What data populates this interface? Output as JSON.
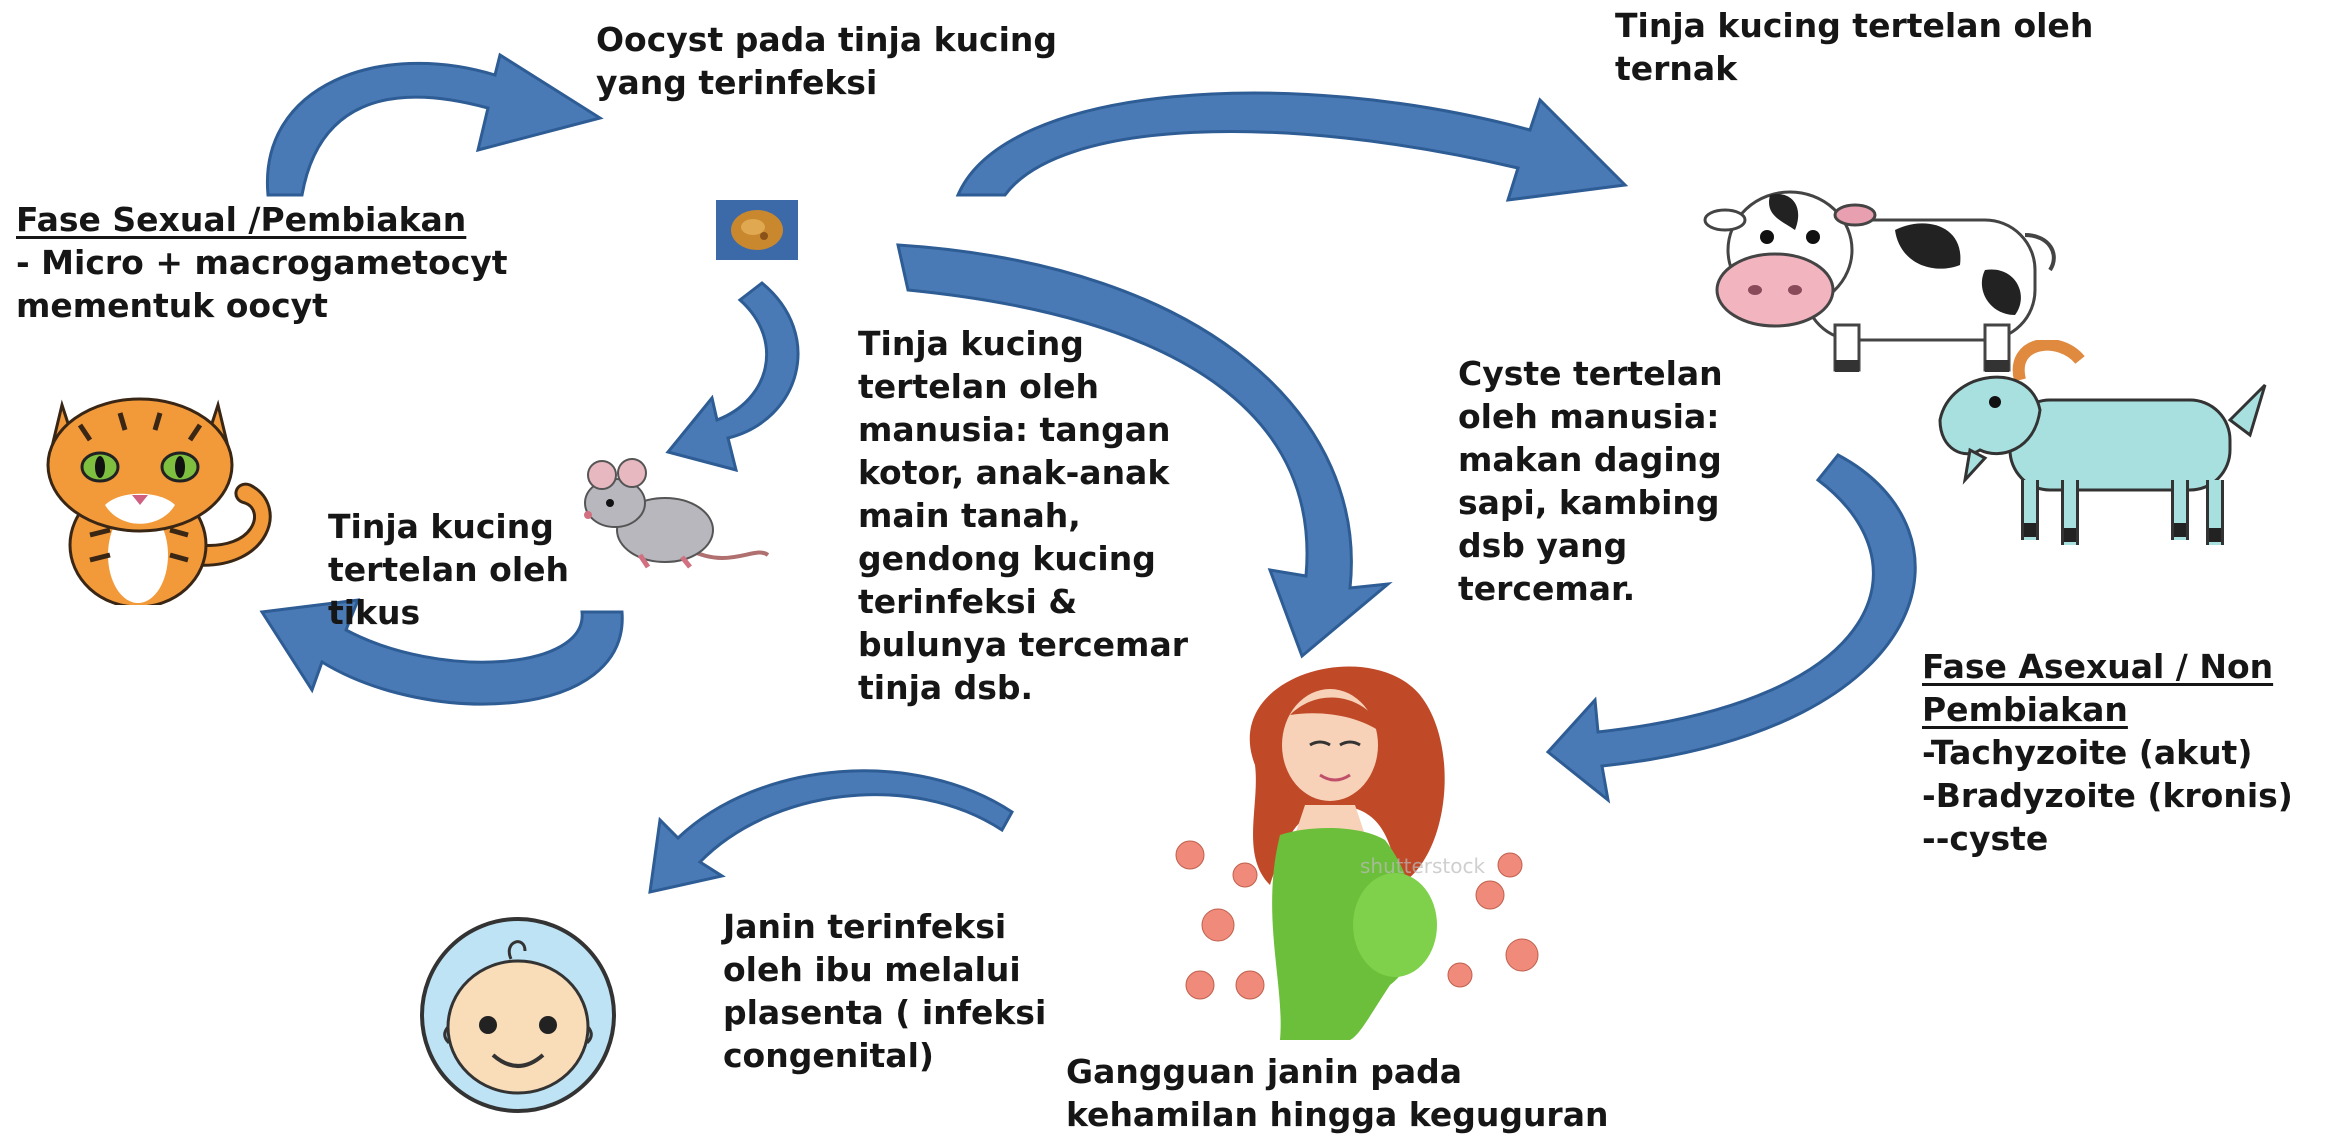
{
  "colors": {
    "arrow_fill": "#4a7ab5",
    "arrow_edge": "#2e5c94",
    "text": "#161616"
  },
  "labels": {
    "oocyst": [
      "Oocyst pada tinja kucing",
      "yang terinfeksi"
    ],
    "livestock": [
      "Tinja kucing tertelan oleh",
      "ternak"
    ],
    "sexual_phase": {
      "heading": "Fase Sexual /Pembiakan",
      "lines": [
        "- Micro + macrogametocyt",
        "mementuk oocyt"
      ]
    },
    "mice": [
      "Tinja kucing",
      "tertelan oleh",
      "tikus"
    ],
    "human": [
      "Tinja kucing",
      "tertelan oleh",
      "manusia: tangan",
      "kotor, anak-anak",
      "main tanah,",
      "gendong kucing",
      "terinfeksi &",
      "bulunya tercemar",
      "tinja dsb."
    ],
    "cyst": [
      "Cyste tertelan",
      "oleh manusia:",
      "makan daging",
      "sapi, kambing",
      "dsb yang",
      "tercemar."
    ],
    "asexual_phase": {
      "heading_lines": [
        "Fase  Asexual / Non",
        "Pembiakan"
      ],
      "lines": [
        "-Tachyzoite (akut)",
        "-Bradyzoite (kronis)",
        "--cyste"
      ]
    },
    "fetus": [
      "Janin terinfeksi",
      "oleh ibu melalui",
      "plasenta ( infeksi",
      "congenital)"
    ],
    "disorder": [
      "Gangguan janin pada",
      "kehamilan  hingga keguguran"
    ]
  },
  "illustrations": {
    "cat": "cat-icon",
    "mouse": "mouse-icon",
    "oocyst": "oocyst-icon",
    "cow": "cow-icon",
    "goat": "goat-icon",
    "pregnant_woman": "pregnant-woman-icon",
    "baby": "baby-face-icon",
    "watermark": "shutterstock"
  }
}
